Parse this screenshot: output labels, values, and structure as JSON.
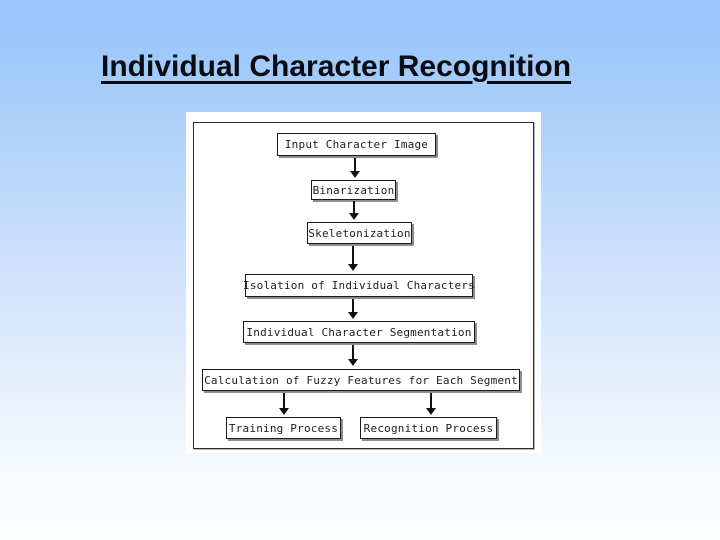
{
  "slide": {
    "title": "Individual Character Recognition"
  },
  "diagram": {
    "type": "flowchart",
    "nodes": [
      {
        "id": "input",
        "label": "Input Character Image"
      },
      {
        "id": "binarization",
        "label": "Binarization"
      },
      {
        "id": "skeletonization",
        "label": "Skeletonization"
      },
      {
        "id": "isolation",
        "label": "Isolation of Individual Characters"
      },
      {
        "id": "segmentation",
        "label": "Individual Character Segmentation"
      },
      {
        "id": "fuzzy-features",
        "label": "Calculation of Fuzzy Features for Each Segment"
      },
      {
        "id": "training",
        "label": "Training Process"
      },
      {
        "id": "recognition",
        "label": "Recognition Process"
      }
    ],
    "edges": [
      {
        "from": "input",
        "to": "binarization"
      },
      {
        "from": "binarization",
        "to": "skeletonization"
      },
      {
        "from": "skeletonization",
        "to": "isolation"
      },
      {
        "from": "isolation",
        "to": "segmentation"
      },
      {
        "from": "segmentation",
        "to": "fuzzy-features"
      },
      {
        "from": "fuzzy-features",
        "to": "training"
      },
      {
        "from": "fuzzy-features",
        "to": "recognition"
      }
    ]
  },
  "colors": {
    "background_top": "#9ac5f9",
    "background_bottom": "#fdfeff",
    "title_text": "#0b0b12",
    "panel_fill": "#ffffff",
    "panel_border": "#2b2b2b",
    "node_fill": "#ffffff",
    "node_border": "#1b1b1b",
    "node_shadow": "#8e8e8e",
    "arrow": "#121212"
  }
}
